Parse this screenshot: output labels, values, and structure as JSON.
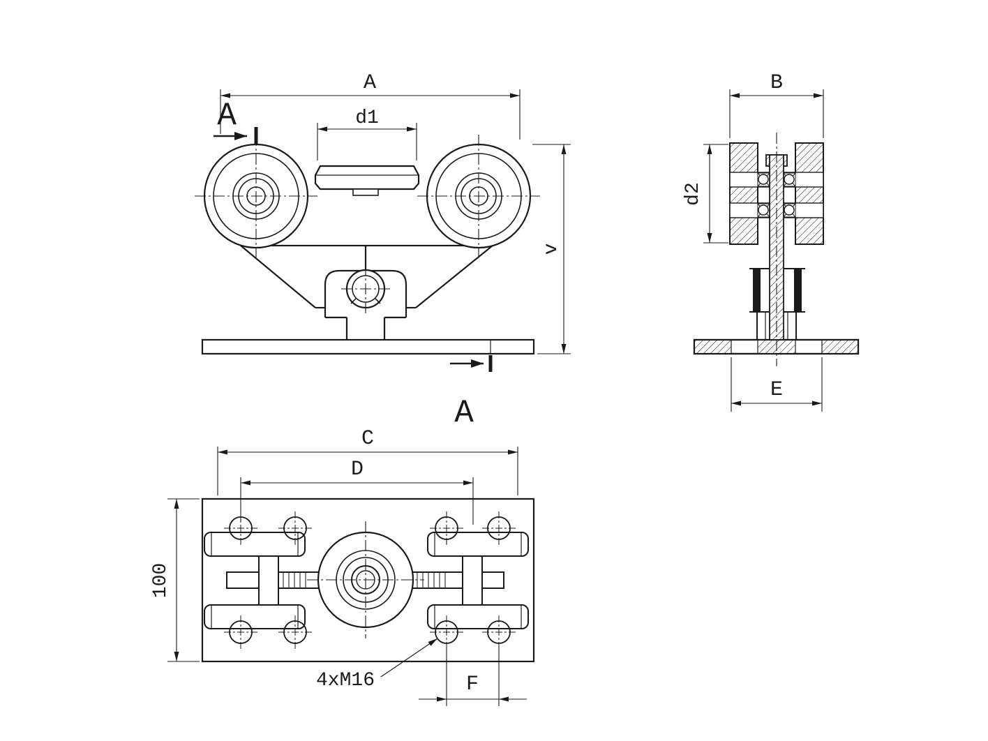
{
  "drawing": {
    "colors": {
      "line": "#1a1a1a",
      "background": "#ffffff"
    },
    "front": {
      "dims": {
        "overall_width": "A",
        "rail_width": "d1",
        "height": "v"
      },
      "section_label": "A"
    },
    "side": {
      "dims": {
        "width": "B",
        "wheel_diameter": "d2",
        "hole_span": "E"
      }
    },
    "top": {
      "dims": {
        "length": "C",
        "hole_span": "D",
        "plate_width": "100",
        "hole_pitch": "F"
      },
      "thread_note": "4xM16"
    }
  }
}
